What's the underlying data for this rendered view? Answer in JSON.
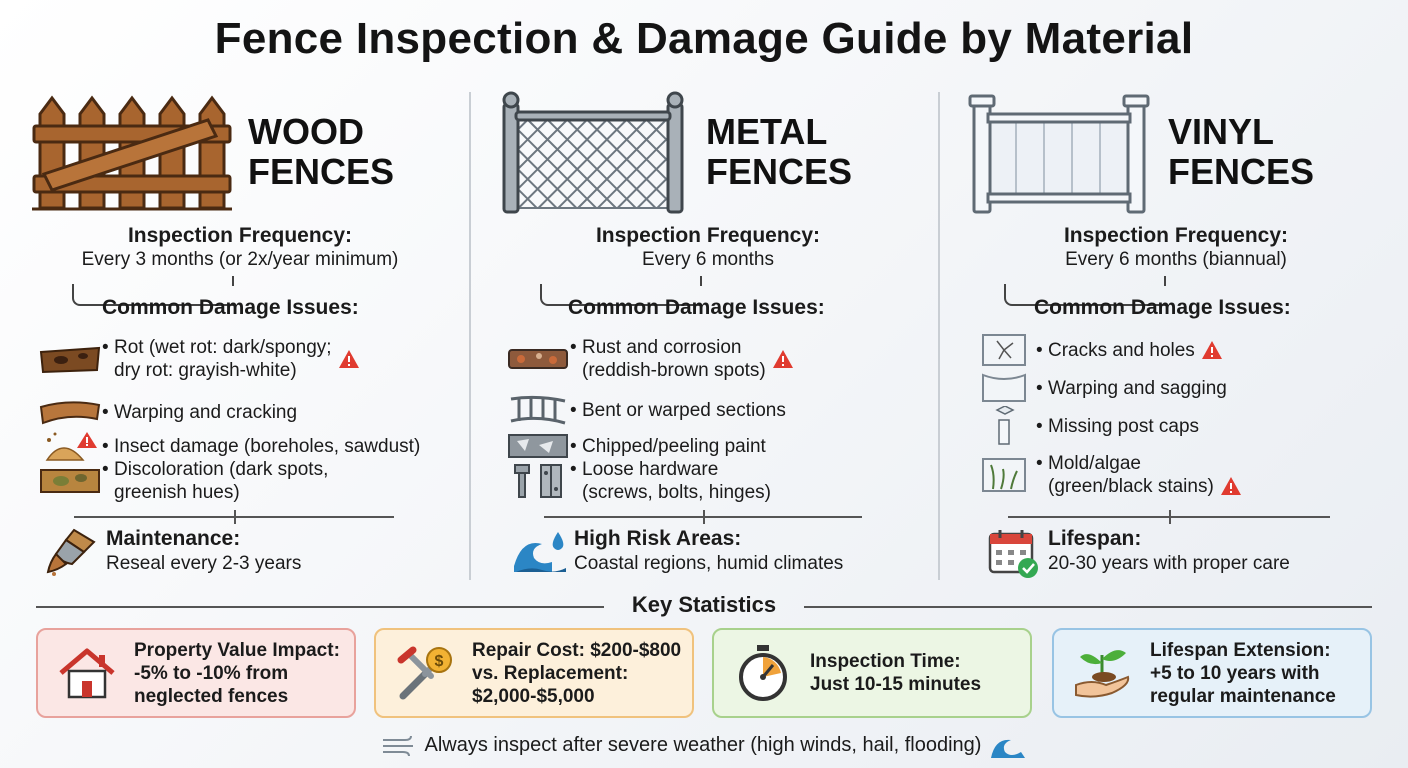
{
  "title": "Fence Inspection & Damage Guide by Material",
  "columns": [
    {
      "id": "wood",
      "heading_line1": "WOOD",
      "heading_line2": "FENCES",
      "icon": "wood-fence-icon",
      "freq_title": "Inspection Frequency:",
      "freq_value": "Every 3 months (or 2x/year minimum)",
      "damage_title": "Common Damage Issues:",
      "issues": [
        {
          "line1": "Rot (wet rot: dark/spongy;",
          "line2": "dry rot: grayish-white)",
          "icon": "rotted-wood-icon",
          "warning": true
        },
        {
          "line1": "Warping and cracking",
          "line2": "",
          "icon": "warped-plank-icon",
          "warning": false
        },
        {
          "line1": "Insect damage (boreholes, sawdust)",
          "line2": "",
          "icon": "sawdust-pile-icon",
          "warning": true
        },
        {
          "line1": "Discoloration (dark spots,",
          "line2": "greenish hues)",
          "icon": "stained-board-icon",
          "warning": false
        }
      ],
      "foot_title": "Maintenance:",
      "foot_value": "Reseal every 2-3 years",
      "foot_icon": "paintbrush-icon"
    },
    {
      "id": "metal",
      "heading_line1": "METAL",
      "heading_line2": "FENCES",
      "icon": "chain-link-fence-icon",
      "freq_title": "Inspection Frequency:",
      "freq_value": "Every 6 months",
      "damage_title": "Common Damage Issues:",
      "issues": [
        {
          "line1": "Rust and corrosion",
          "line2": "(reddish-brown spots)",
          "icon": "rusty-bar-icon",
          "warning": true
        },
        {
          "line1": "Bent or warped sections",
          "line2": "",
          "icon": "bent-rail-icon",
          "warning": false
        },
        {
          "line1": "Chipped/peeling paint",
          "line2": "",
          "icon": "peeling-paint-icon",
          "warning": false
        },
        {
          "line1": "Loose hardware",
          "line2": "(screws, bolts, hinges)",
          "icon": "bolt-hinge-icon",
          "warning": false
        }
      ],
      "foot_title": "High Risk Areas:",
      "foot_value": "Coastal regions, humid climates",
      "foot_icon": "wave-droplet-icon"
    },
    {
      "id": "vinyl",
      "heading_line1": "VINYL",
      "heading_line2": "FENCES",
      "icon": "vinyl-fence-icon",
      "freq_title": "Inspection Frequency:",
      "freq_value": "Every 6 months (biannual)",
      "damage_title": "Common Damage Issues:",
      "issues": [
        {
          "line1": "Cracks and holes",
          "line2": "",
          "icon": "cracked-panel-icon",
          "warning": true
        },
        {
          "line1": "Warping and sagging",
          "line2": "",
          "icon": "sagging-panel-icon",
          "warning": false
        },
        {
          "line1": "Missing post caps",
          "line2": "",
          "icon": "post-cap-icon",
          "warning": false
        },
        {
          "line1": "Mold/algae",
          "line2": "(green/black stains)",
          "icon": "mold-panel-icon",
          "warning": true
        }
      ],
      "foot_title": "Lifespan:",
      "foot_value": "20-30 years with proper care",
      "foot_icon": "calendar-check-icon"
    }
  ],
  "stats_title": "Key Statistics",
  "stats": [
    {
      "line1": "Property Value Impact:",
      "line2": "-5% to -10% from",
      "line3": "neglected fences",
      "icon": "house-icon"
    },
    {
      "line1": "Repair Cost: $200-$800",
      "line2": "vs. Replacement:",
      "line3": "$2,000-$5,000",
      "icon": "wrench-coin-icon"
    },
    {
      "line1": "Inspection Time:",
      "line2": "Just 10-15 minutes",
      "line3": "",
      "icon": "stopwatch-icon"
    },
    {
      "line1": "Lifespan Extension:",
      "line2": "+5 to 10 years with",
      "line3": "regular maintenance",
      "icon": "seedling-hand-icon"
    }
  ],
  "bottom_note": "Always inspect after severe weather (high winds, hail, flooding)",
  "colors": {
    "warning": "#e03b30",
    "wood": "#9a5a2c",
    "metal": "#8c949c",
    "vinyl": "#dfe6ee"
  }
}
